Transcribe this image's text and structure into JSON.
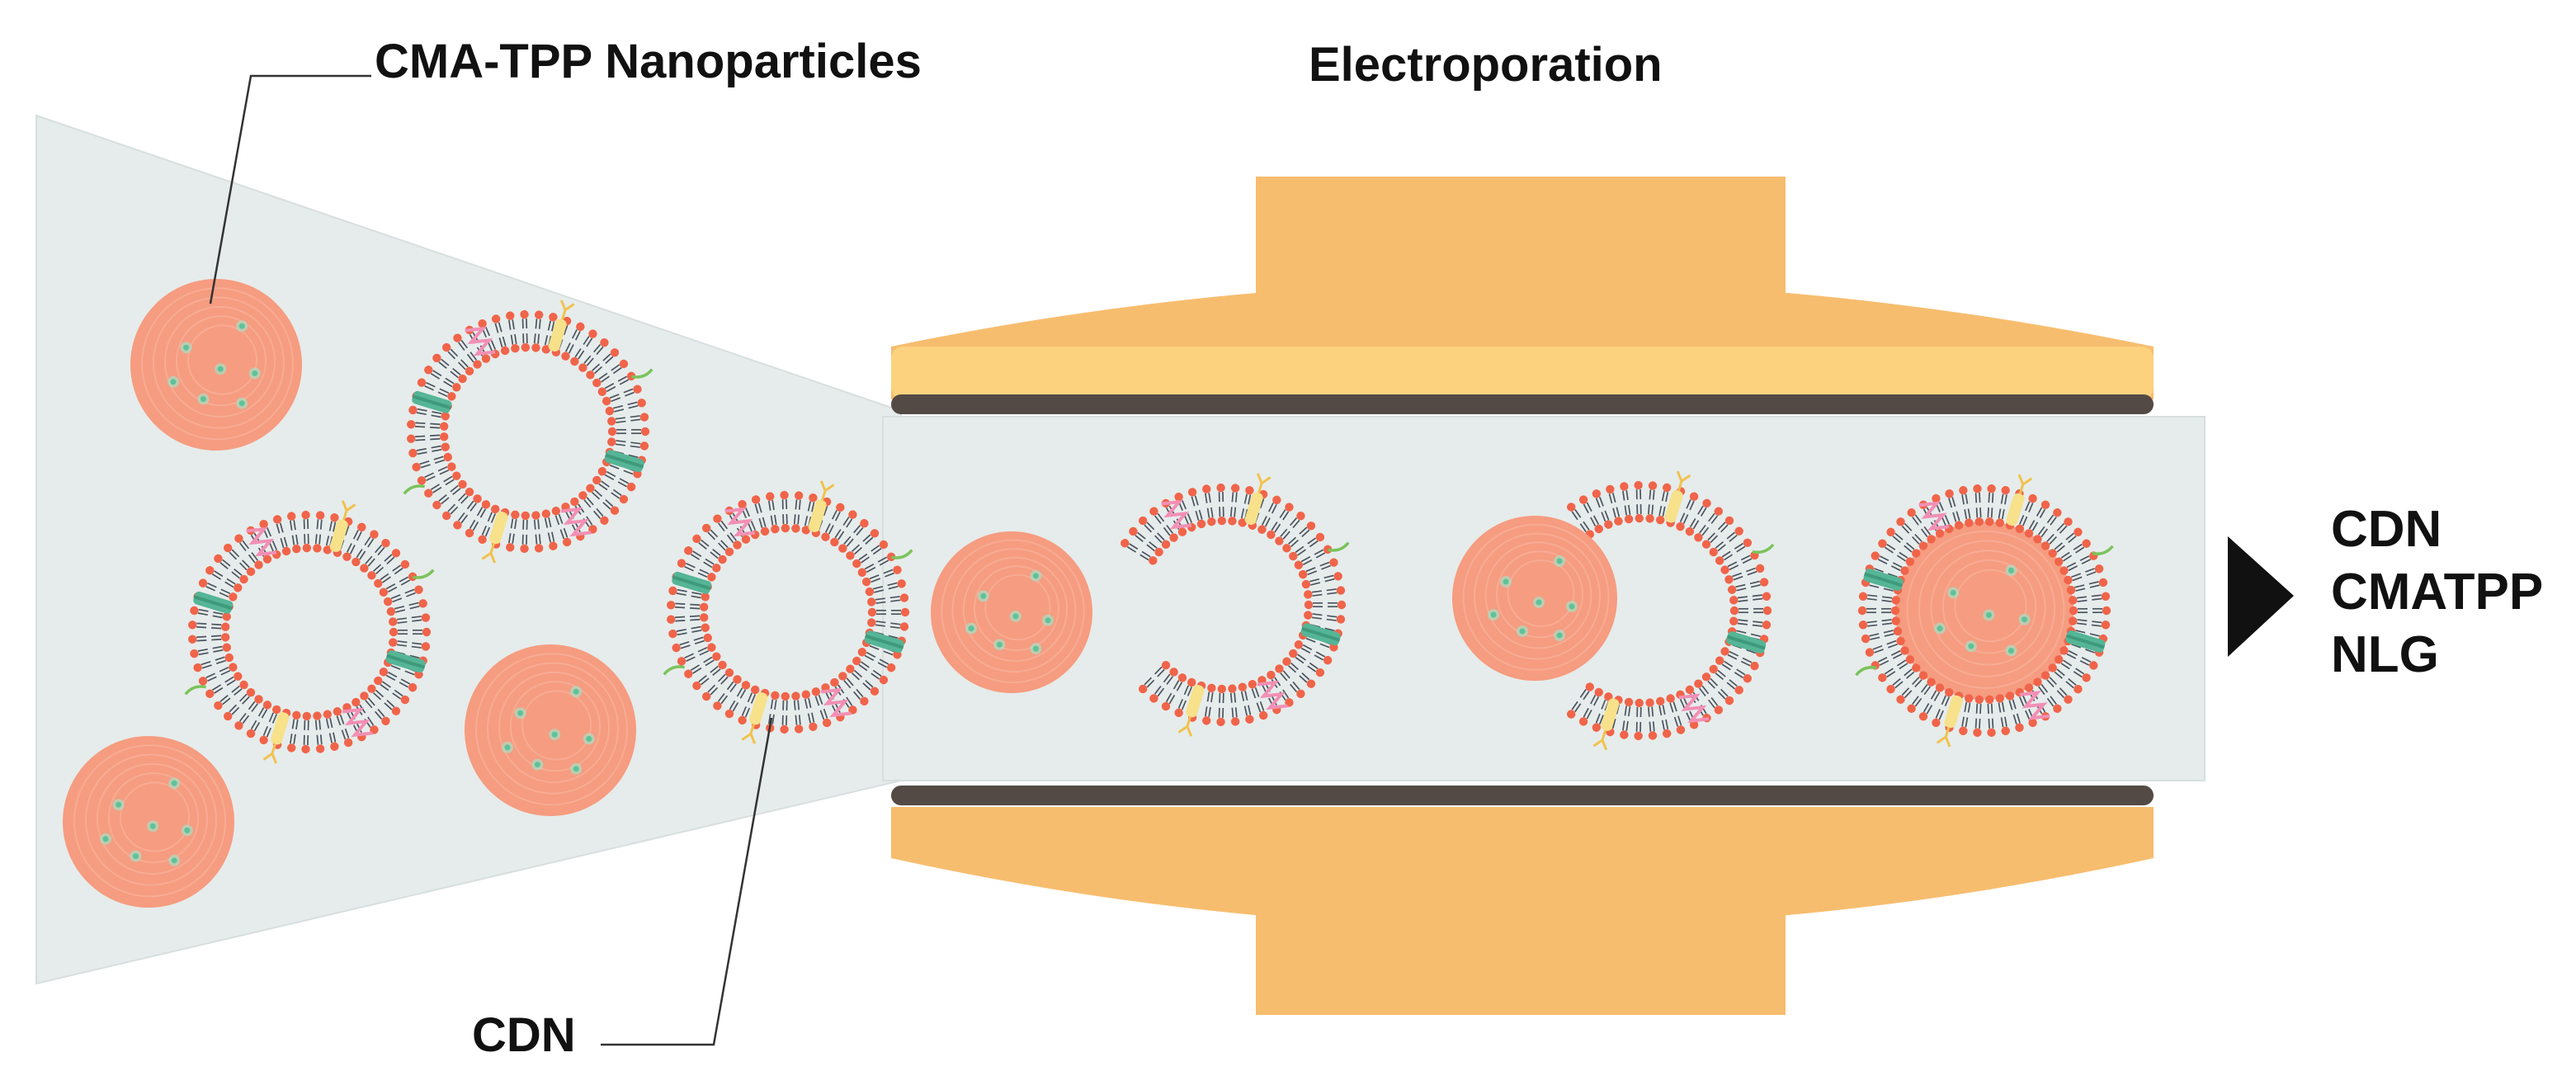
{
  "labels": {
    "nanoparticles": "CMA-TPP Nanoparticles",
    "electroporation": "Electroporation",
    "cdn": "CDN"
  },
  "output": [
    "CDN",
    "CMATPP",
    "NLG"
  ],
  "colors": {
    "channel": "#e6eceb",
    "electrode": "#f7bd6e",
    "electrode_light": "#fcd27f",
    "plate": "#544a45",
    "nanoparticle": "#f69c80",
    "nanoparticle_ring": "#f5b49f",
    "np_dot": "#5cc39a",
    "lipid_head": "#f0644a",
    "lipid_tail": "#4c5560",
    "protein_green": "#55b596",
    "protein_pink": "#f28fb4",
    "receptor_yellow": "#f1d55e",
    "arrow": "#111111"
  }
}
